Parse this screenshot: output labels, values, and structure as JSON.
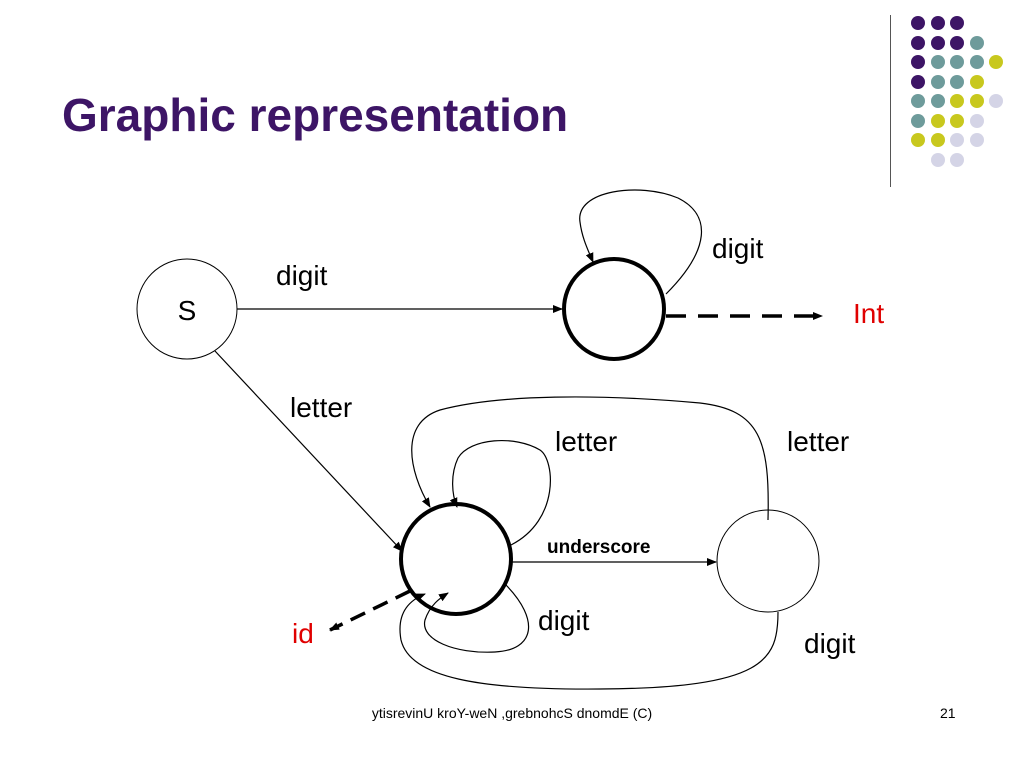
{
  "title": "Graphic representation",
  "colors": {
    "title": "#3d1566",
    "dot_purple": "#3d1566",
    "dot_teal": "#6e9b9b",
    "dot_yellow": "#c8c81e",
    "dot_lavender": "#d4d4e6",
    "result_red": "#e00000"
  },
  "decoration": {
    "dot_rows": [
      [
        "purple",
        "purple",
        "purple"
      ],
      [
        "purple",
        "purple",
        "purple",
        "teal"
      ],
      [
        "purple",
        "teal",
        "teal",
        "teal",
        "yellow"
      ],
      [
        "purple",
        "teal",
        "teal",
        "yellow"
      ],
      [
        "teal",
        "teal",
        "yellow",
        "yellow",
        "lavender"
      ],
      [
        "teal",
        "yellow",
        "yellow",
        "lavender"
      ],
      [
        "yellow",
        "yellow",
        "lavender",
        "lavender"
      ],
      [
        "lavender",
        "lavender"
      ]
    ]
  },
  "diagram": {
    "start_state": "S",
    "labels": {
      "s_to_int": "digit",
      "int_loop": "digit",
      "int_result": "Int",
      "s_to_id": "letter",
      "id_loop_letter": "letter",
      "us_to_id_letter": "letter",
      "underscore": "underscore",
      "id_loop_digit": "digit",
      "us_to_id_digit": "digit",
      "id_result": "id"
    }
  },
  "footer": "ytisrevinU kroY-weN ,grebnohcS dnomdE (C)",
  "page_number": "21"
}
